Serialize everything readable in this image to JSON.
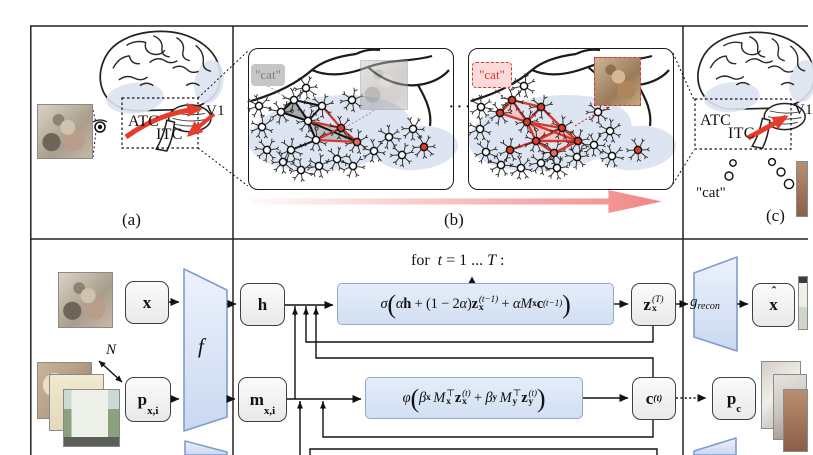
{
  "colors": {
    "accent_red": "#e63c2a",
    "chip_red": "#d8372a",
    "formula_box_fill": "#dae4f5",
    "formula_box_border": "#92a9cf",
    "trapezoid_fill": "#e3ecfa",
    "trapezoid_border": "#7e9ccd",
    "node_box_border": "#3f3f3f",
    "blob_blue": "#dde4f2",
    "gradient_arrow_pink": "#f08080"
  },
  "panel_a": {
    "label": "(a)",
    "region_atc": "ATC",
    "region_itc": "ITC",
    "region_v1": "V1"
  },
  "panel_b": {
    "label": "(b)",
    "dots": "· · ·",
    "tag_faded": "\"cat\"",
    "tag_active": "\"cat\""
  },
  "panel_c": {
    "label": "(c)",
    "region_atc": "ATC",
    "region_itc": "ITC",
    "region_v1": "V1",
    "speech": "\"cat\""
  },
  "flow": {
    "loop": {
      "for": "for  ",
      "t": "t",
      "mid": " = 1 ... ",
      "T": "T",
      "colon": " :"
    },
    "boxes": {
      "x": "x",
      "h": "h",
      "m_base": "m",
      "m_sub": "x,i",
      "p_base": "p",
      "p_sub": "x,i",
      "z_base": "z",
      "z_sub": "x",
      "z_sup": "(T)",
      "c_base": "c",
      "c_sup": "(t)",
      "xhat_base": "x",
      "xhat_hat": "ˆ",
      "pc_base": "p",
      "pc_sub": "c"
    },
    "encoder_label": "f",
    "decoder_base": "g",
    "decoder_sub": "recon",
    "n_label": "N",
    "sigma": {
      "fn": "σ",
      "lp": "(",
      "a1": "α",
      "h": "h",
      "mid1": " + (1 − 2",
      "a2": "α",
      "mid2": ")",
      "z": "z",
      "z_sub": "x",
      "z_sup": "(t−1)",
      "plus": " + ",
      "a3": "α",
      "M": "M",
      "M_sub": "x",
      "c": "c",
      "c_sup": "(t−1)",
      "rp": ")"
    },
    "phi": {
      "fn": "φ",
      "lp": "(",
      "b1": "β",
      "b1_sub": "x",
      "M1": "M",
      "M1_sub": "x",
      "M1_sup": "⊤",
      "z1": "z",
      "z1_sub": "x",
      "z1_sup": "(t)",
      "plus": " + ",
      "b2": "β",
      "b2_sub": "y",
      "M2": "M",
      "M2_sub": "y",
      "M2_sup": "⊤",
      "z2": "z",
      "z2_sub": "y",
      "z2_sup": "(t)",
      "rp": ")"
    }
  }
}
